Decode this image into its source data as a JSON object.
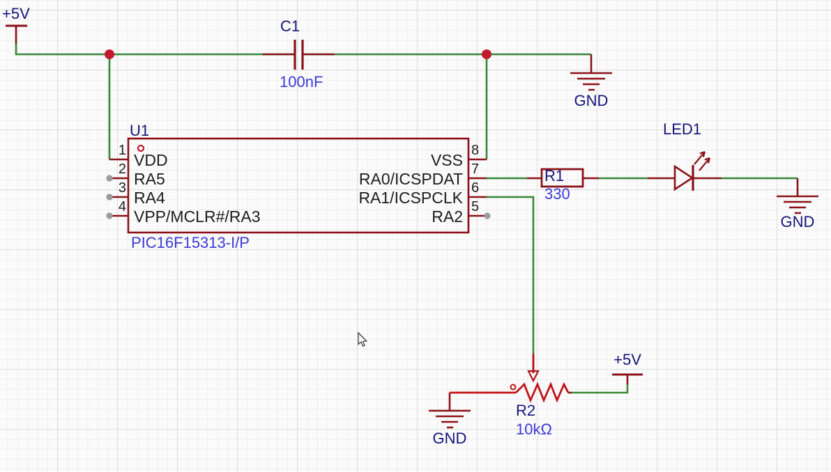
{
  "app": {
    "view": "schematic-editor-canvas"
  },
  "nets": {
    "vcc": "+5V",
    "gnd": "GND"
  },
  "components": {
    "c1": {
      "ref": "C1",
      "value": "100nF"
    },
    "u1": {
      "ref": "U1",
      "value": "PIC16F15313-I/P",
      "left_pins": [
        {
          "num": "1",
          "name": "VDD"
        },
        {
          "num": "2",
          "name": "RA5"
        },
        {
          "num": "3",
          "name": "RA4"
        },
        {
          "num": "4",
          "name": "VPP/MCLR#/RA3"
        }
      ],
      "right_pins": [
        {
          "num": "8",
          "name": "VSS"
        },
        {
          "num": "7",
          "name": "RA0/ICSPDAT"
        },
        {
          "num": "6",
          "name": "RA1/ICSPCLK"
        },
        {
          "num": "5",
          "name": "RA2"
        }
      ]
    },
    "r1": {
      "ref": "R1",
      "value": "330"
    },
    "led1": {
      "ref": "LED1"
    },
    "r2": {
      "ref": "R2",
      "value": "10kΩ"
    }
  },
  "colors": {
    "wire_green": "#368736",
    "symbol_red": "#8B1118",
    "bright_red": "#C11218",
    "junction_red": "#C41A30",
    "designator_navy": "#14147C",
    "value_blue": "#3A3AD8",
    "pin_text_black": "#1D1D1D",
    "unconnected_gray": "#9C9C9C",
    "grid_minor": "#EDEDED",
    "grid_major": "#DEDEDE",
    "background": "#FBFBFB"
  }
}
